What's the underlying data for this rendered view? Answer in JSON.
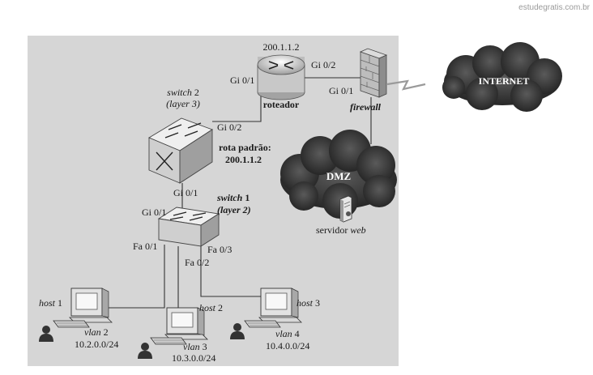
{
  "watermark": "estudegratis.com.br",
  "router": {
    "ip": "200.1.1.2",
    "name": "roteador",
    "port_left": "Gi 0/1",
    "port_right": "Gi 0/2"
  },
  "firewall": {
    "name": "firewall",
    "port": "Gi 0/1"
  },
  "internet": {
    "label": "INTERNET"
  },
  "dmz": {
    "label": "DMZ",
    "server_prefix": "servidor ",
    "server_suffix": "web"
  },
  "switch2": {
    "name": "switch",
    "num": " 2",
    "layer": "(layer 3)",
    "port_top": "Gi 0/2",
    "port_bottom": "Gi 0/1",
    "route_line1": "rota padrão:",
    "route_line2": "200.1.1.2"
  },
  "switch1": {
    "name": "switch",
    "num": " 1",
    "layer": "(layer 2)",
    "port_top": "Gi 0/1",
    "port_fa1": "Fa 0/1",
    "port_fa2": "Fa 0/2",
    "port_fa3": "Fa 0/3"
  },
  "hosts": [
    {
      "name": "host",
      "num": " 1",
      "vlan": "vlan",
      "vlan_num": " 2",
      "net": "10.2.0.0/24"
    },
    {
      "name": "host",
      "num": " 2",
      "vlan": "vlan",
      "vlan_num": " 3",
      "net": "10.3.0.0/24"
    },
    {
      "name": "host",
      "num": " 3",
      "vlan": "vlan",
      "vlan_num": " 4",
      "net": "10.4.0.0/24"
    }
  ],
  "colors": {
    "panel": "#d6d6d6",
    "cloud_dark": "#2f2f2f",
    "device": "#e8e8e8",
    "line": "#333333"
  }
}
